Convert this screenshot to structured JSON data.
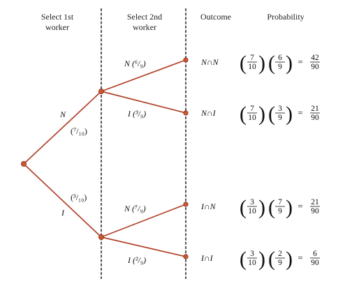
{
  "headers": {
    "col1": [
      "Select 1st",
      "worker"
    ],
    "col2": [
      "Select 2nd",
      "worker"
    ],
    "col3": "Outcome",
    "col4": "Probability"
  },
  "first_stage": {
    "upper": {
      "event": "N",
      "prob": "(⁷/₁₀)"
    },
    "lower": {
      "event": "I",
      "prob": "(³/₁₀)"
    }
  },
  "second_stage": [
    {
      "label": "N (⁶/₉)"
    },
    {
      "label": "I (³/₉)"
    },
    {
      "label": "N (⁷/₉)"
    },
    {
      "label": "I (²/₉)"
    }
  ],
  "outcomes": [
    {
      "text": "N∩N",
      "f1": [
        "7",
        "10"
      ],
      "f2": [
        "6",
        "9"
      ],
      "result": [
        "42",
        "90"
      ]
    },
    {
      "text": "N∩I",
      "f1": [
        "7",
        "10"
      ],
      "f2": [
        "3",
        "9"
      ],
      "result": [
        "21",
        "90"
      ]
    },
    {
      "text": "I∩N",
      "f1": [
        "3",
        "10"
      ],
      "f2": [
        "7",
        "9"
      ],
      "result": [
        "21",
        "90"
      ]
    },
    {
      "text": "I∩I",
      "f1": [
        "3",
        "10"
      ],
      "f2": [
        "2",
        "9"
      ],
      "result": [
        "6",
        "90"
      ]
    }
  ],
  "colors": {
    "branch": "#b2432b",
    "node": "#c9572f"
  }
}
